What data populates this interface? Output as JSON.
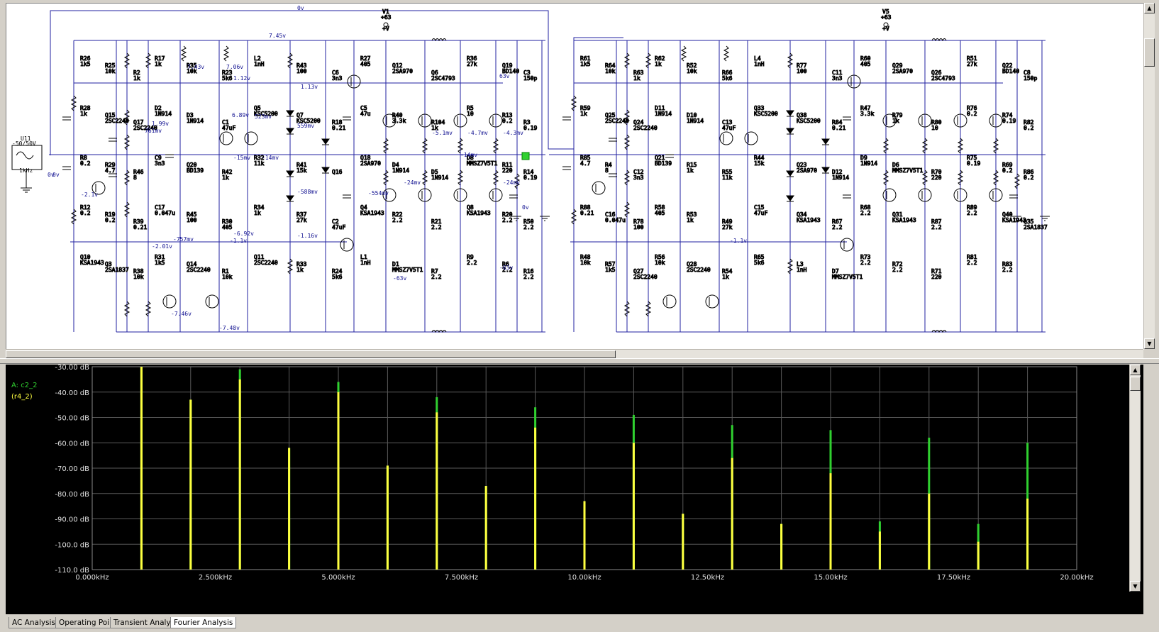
{
  "schematic": {
    "source": {
      "name": "U11",
      "range": "-50/50V",
      "freq": "1kHz",
      "vout": "0v"
    },
    "top_node": "0v",
    "rails": [
      {
        "label": "V1",
        "value": "+63",
        "sub": "+V"
      },
      {
        "label": "V5",
        "value": "+63",
        "sub": "+V"
      }
    ],
    "left_channel_labels": [
      "R26 1k5",
      "R25 10k",
      "R2 1k",
      "R17 1k",
      "R35 10k",
      "R23 5k6",
      "L2 1nH",
      "R43 100",
      "C6 3n3",
      "R27 405",
      "Q12 2SA970",
      "Q6 2SC4793",
      "R36 27k",
      "Q19 BD140",
      "C3 150p",
      "R28 1k",
      "Q15 2SC2240",
      "Q17 2SC2240",
      "D2 1N914",
      "D3 1N914",
      "C1 47uF",
      "Q5 KSC5200",
      "Q7 KSC5200",
      "R18 0.21",
      "C5 47u",
      "R40 3.3k",
      "R104 1k",
      "R5 10",
      "R13 0.2",
      "R3 0.19",
      "R8 0.2",
      "R29 4.7",
      "R46 8",
      "C9 3n3",
      "Q20 BD139",
      "R42 1k",
      "R32 11k",
      "R41 15k",
      "Q16",
      "Q18 2SA970",
      "D4 1N914",
      "D5 1N914",
      "D8 MMSZ7V5T1",
      "R11 220",
      "R14 0.19",
      "R12 0.2",
      "R19 0.2",
      "R39 0.21",
      "C17 0.047u",
      "R45 100",
      "R30 405",
      "R34 1k",
      "R37 27k",
      "C2 47uF",
      "Q4 KSA1943",
      "R22 2.2",
      "R21 2.2",
      "Q8 KSA1943",
      "R20 2.2",
      "R50 2.2",
      "Q10 KSA1943",
      "Q3 2SA1837",
      "R38 10k",
      "R31 1k5",
      "Q14 2SC2240",
      "R1 10k",
      "Q11 2SC2240",
      "R33 1k",
      "R24 5k6",
      "L1 1nH",
      "D1 MMSZ7V5T1",
      "R7 2.2",
      "R9 2.2",
      "R6 2.2",
      "R16 2.2"
    ],
    "right_channel_labels": [
      "R61 1k5",
      "R64 10k",
      "R63 1k",
      "R62 1k",
      "R52 10k",
      "R66 5k6",
      "L4 1nH",
      "R77 100",
      "C11 3n3",
      "R60 405",
      "Q29 2SA970",
      "Q26 2SC4793",
      "R51 27k",
      "Q22 BD140",
      "C8 150p",
      "R59 1k",
      "Q25 2SC2240",
      "Q24 2SC2240",
      "D11 1N914",
      "D10 1N914",
      "C13 47uF",
      "Q33 KSC5200",
      "Q38 KSC5200",
      "R84 0.21",
      "R47 3.3k",
      "R79 1k",
      "R80 10",
      "R76 0.2",
      "R74 0.19",
      "R82 0.2",
      "R85 4.7",
      "R4 8",
      "C12 3n3",
      "Q21 BD139",
      "R15 1k",
      "R55 11k",
      "R44 15k",
      "Q23 2SA970",
      "D12 1N914",
      "D9 1N914",
      "D6 MMSZ7V5T1",
      "R70 220",
      "R75 0.19",
      "R69 0.2",
      "R86 0.2",
      "R88 0.21",
      "C16 0.047u",
      "R78 100",
      "R58 405",
      "R53 1k",
      "R49 27k",
      "C15 47uF",
      "Q34 KSA1943",
      "R67 2.2",
      "R68 2.2",
      "Q31 KSA1943",
      "R87 2.2",
      "R89 2.2",
      "Q40 KSA1943",
      "Q35 2SA1837",
      "R48 10k",
      "R57 1k5",
      "Q27 2SC2240",
      "R56 10k",
      "Q28 2SC2240",
      "R54 1k",
      "R65 5k6",
      "L3 1nH",
      "D7 MMSZ7V5T1",
      "R73 2.2",
      "R72 2.2",
      "R71 220",
      "R81 2.2",
      "R83 2.2"
    ],
    "voltages": [
      "7.45v",
      "7.43v",
      "7.06v",
      "1.12v",
      "1.13v",
      "63v",
      "-63v",
      "-1.16v",
      "-2.01v",
      "-757mv",
      "-6.92v",
      "-1.1v",
      "6.89v",
      "559mv",
      "523mv",
      "-15mv",
      "-14mv",
      "-588mv",
      "-554mv",
      "-24mv",
      "-5.1mv",
      "-4.7mv",
      "-4.3mv",
      "-1.1v",
      "1.99v",
      "761mv",
      "-2.1v",
      "-7.46v",
      "-7.48v",
      "0v",
      "0v",
      "-14mv",
      "-24mv",
      "-63v"
    ]
  },
  "fourier": {
    "legend": [
      {
        "label": "A: c2_2",
        "color": "#30d030"
      },
      {
        "label": "(r4_2)",
        "color": "#ffff40"
      }
    ],
    "y_ticks": [
      "-30.00 dB",
      "-40.00 dB",
      "-50.00 dB",
      "-60.00 dB",
      "-70.00 dB",
      "-80.00 dB",
      "-90.00 dB",
      "-100.0 dB",
      "-110.0 dB"
    ],
    "x_ticks": [
      "0.000kHz",
      "2.500kHz",
      "5.000kHz",
      "7.500kHz",
      "10.00kHz",
      "12.50kHz",
      "15.00kHz",
      "17.50kHz",
      "20.00kHz"
    ]
  },
  "tabs": [
    {
      "label": "AC Analysis"
    },
    {
      "label": "Operating Point"
    },
    {
      "label": "Transient Analysis"
    },
    {
      "label": "Fourier Analysis",
      "active": true
    }
  ],
  "chart_data": {
    "type": "bar",
    "xlabel": "",
    "ylabel": "",
    "xlim": [
      0,
      20
    ],
    "ylim": [
      -110,
      -30
    ],
    "x_unit": "kHz",
    "y_unit": "dB",
    "grid": true,
    "legend_position": "top-left",
    "series": [
      {
        "name": "A: c2_2",
        "color": "#30d030",
        "x": [
          1,
          2,
          3,
          4,
          5,
          6,
          7,
          8,
          9,
          10,
          11,
          12,
          13,
          14,
          15,
          16,
          17,
          18,
          19
        ],
        "values": [
          -30,
          -43,
          -31,
          -62,
          -36,
          -69,
          -42,
          -77,
          -46,
          -83,
          -49,
          -88,
          -53,
          -92,
          -55,
          -91,
          -58,
          -92,
          -60
        ]
      },
      {
        "name": "(r4_2)",
        "color": "#ffff40",
        "x": [
          1,
          2,
          3,
          4,
          5,
          6,
          7,
          8,
          9,
          10,
          11,
          12,
          13,
          14,
          15,
          16,
          17,
          18,
          19
        ],
        "values": [
          -30,
          -43,
          -35,
          -62,
          -40,
          -69,
          -48,
          -77,
          -54,
          -83,
          -60,
          -88,
          -66,
          -92,
          -72,
          -95,
          -80,
          -99,
          -82
        ]
      }
    ]
  }
}
